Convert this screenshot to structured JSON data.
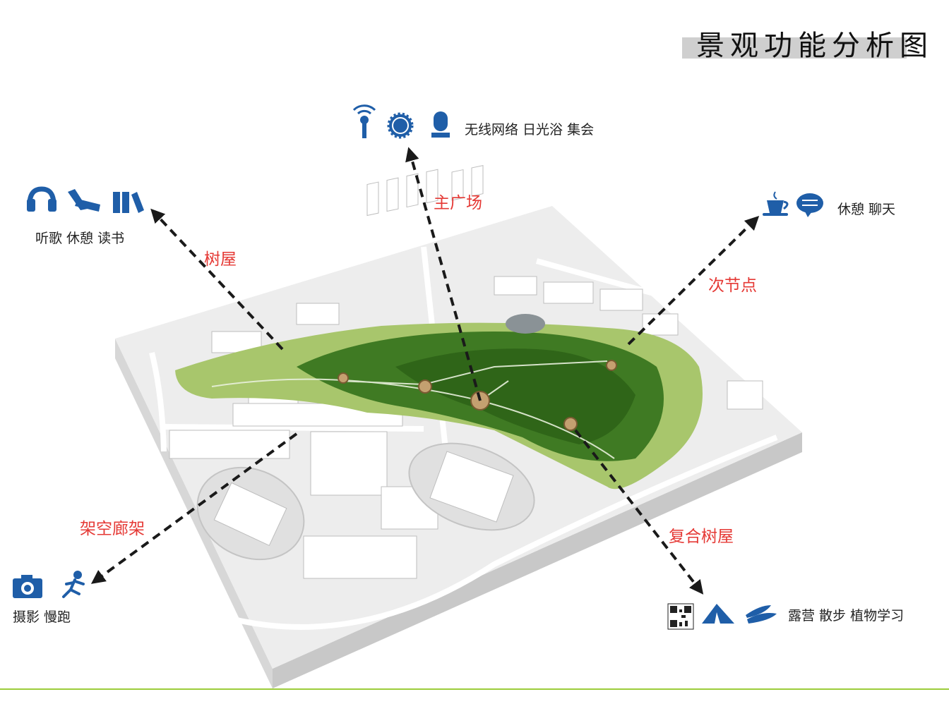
{
  "title": "景观功能分析图",
  "colors": {
    "icon_blue": "#1f5ea8",
    "label_red": "#e53935",
    "park_green": "#5d9a32",
    "accent_line": "#9ccc3a"
  },
  "zones": {
    "main_plaza": "主广场",
    "tree_house": "树屋",
    "sub_node": "次节点",
    "elevated_corridor": "架空廊架",
    "compound_tree_house": "复合树屋"
  },
  "features": {
    "top": {
      "text": "无线网络 日光浴 集会",
      "icons": [
        "wifi-antenna-icon",
        "sun-icon",
        "microphone-icon"
      ]
    },
    "top_left": {
      "text": "听歌 休憩 读书",
      "icons": [
        "headphones-icon",
        "lounge-chair-icon",
        "books-icon"
      ]
    },
    "top_right": {
      "text": "休憩 聊天",
      "icons": [
        "coffee-cup-icon",
        "chat-bubble-icon"
      ]
    },
    "bottom_left": {
      "text": "摄影 慢跑",
      "icons": [
        "camera-icon",
        "runner-icon"
      ]
    },
    "bottom_right": {
      "text": "露营 散步 植物学习",
      "icons": [
        "qr-code-icon",
        "tent-icon",
        "footprints-icon"
      ]
    }
  }
}
